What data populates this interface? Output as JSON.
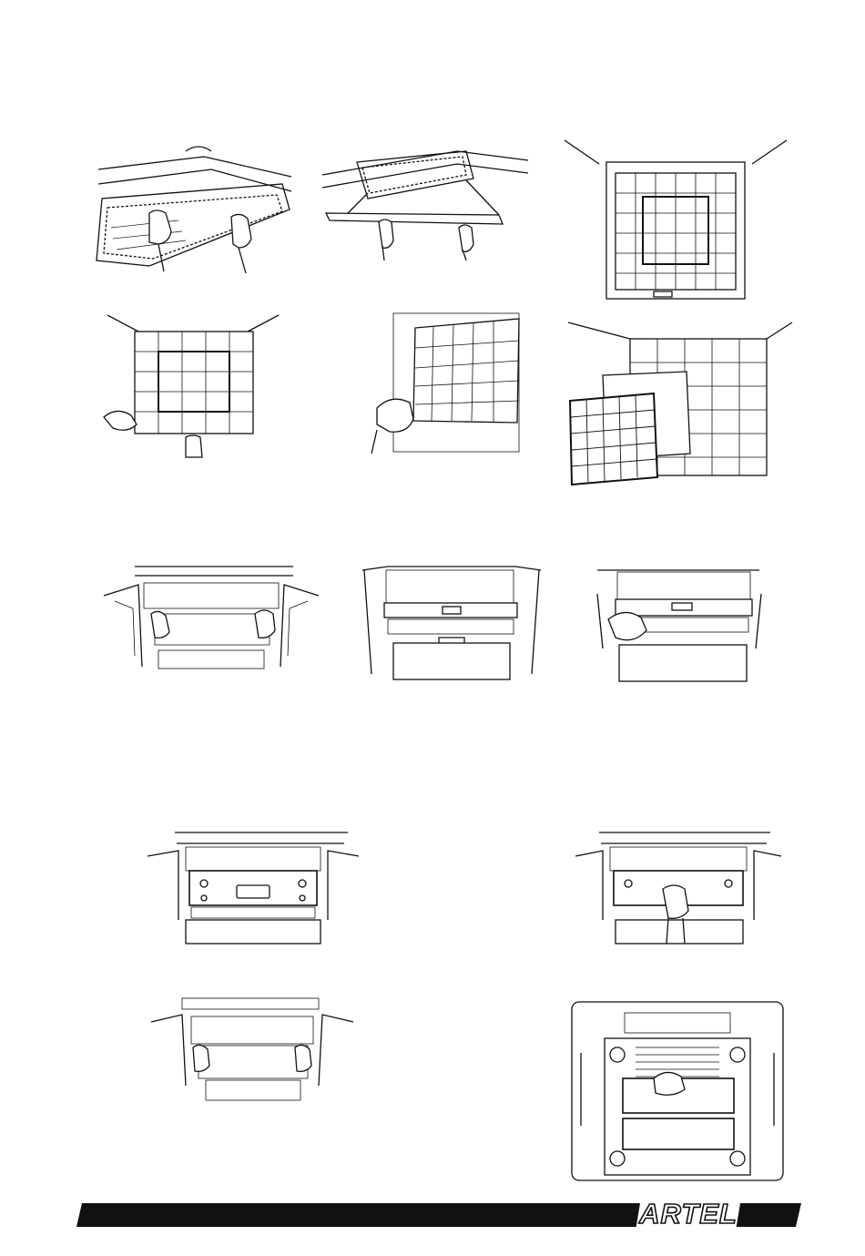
{
  "page": {
    "background": "#ffffff",
    "ink": "#111111"
  },
  "illustrations": [
    "ceiling-panel-filter-grip",
    "ceiling-panel-filter-pull-out",
    "filter-installed-top-view",
    "filter-removal-hands-top-view",
    "filter-hand-lift",
    "filter-layers-exploded",
    "unit-open-hands-filter",
    "unit-open-frame",
    "unit-open-hand-release",
    "unit-panel-with-handle",
    "unit-panel-hand-press",
    "unit-open-hands-lower",
    "unit-cassette-front-view"
  ],
  "footer": {
    "logo_text": "ARTEL",
    "bar_color": "#111111"
  }
}
